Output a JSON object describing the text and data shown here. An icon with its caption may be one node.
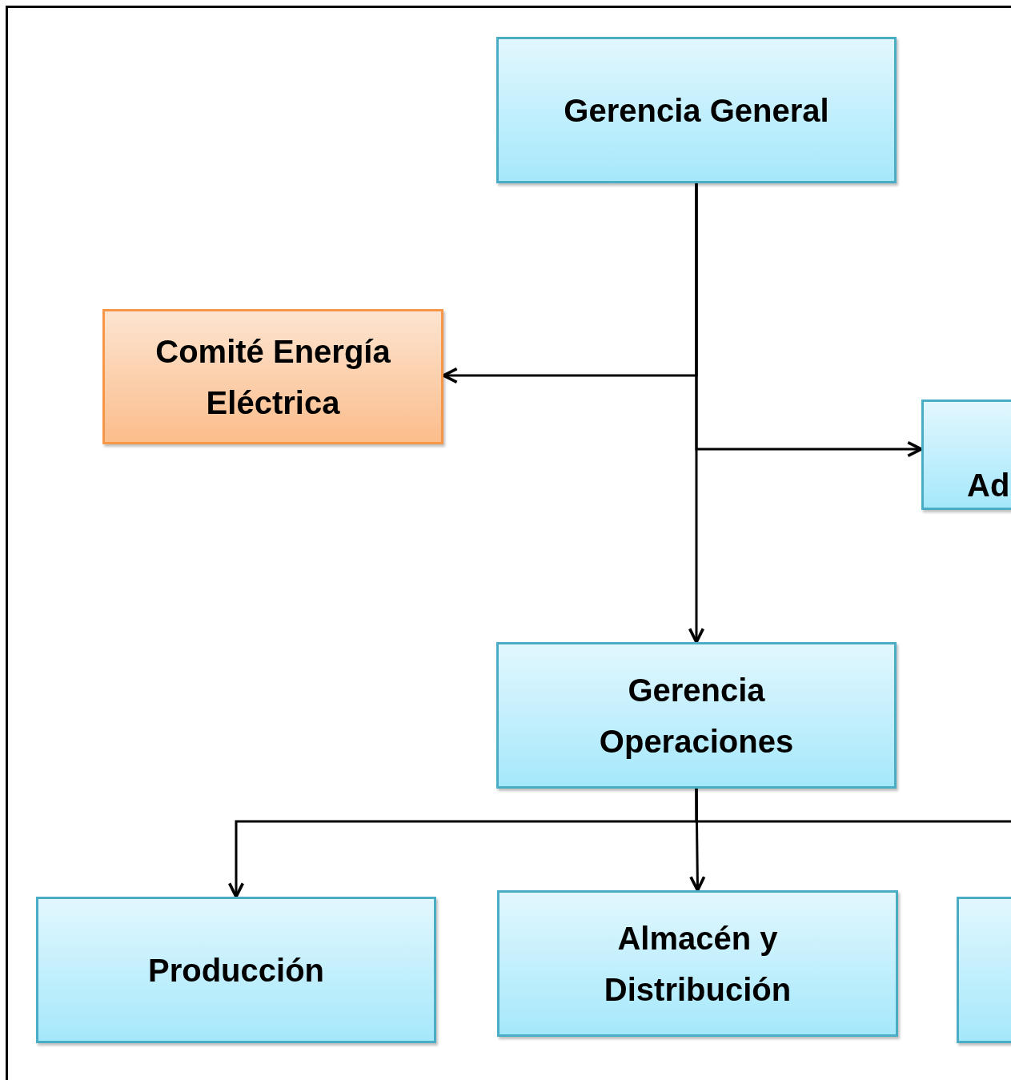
{
  "diagram": {
    "nodes": [
      {
        "text": [
          "Gerencia General"
        ]
      },
      {
        "text": [
          "Comité Energía Eléctrica"
        ]
      },
      {
        "text": [
          "Ad"
        ]
      },
      {
        "text": [
          "Gerencia Operaciones"
        ]
      },
      {
        "text": [
          "Producción"
        ]
      },
      {
        "text": [
          "Almacén y Distribución"
        ]
      },
      {
        "text": [],
        "shape": "box"
      }
    ],
    "edges": [
      {
        "from": 0,
        "to": 1,
        "arrow": "to"
      },
      {
        "from": 0,
        "to": 2,
        "arrow": "to"
      },
      {
        "from": 0,
        "to": 3,
        "arrow": "to"
      },
      {
        "from": 3,
        "to": 4,
        "arrow": "to"
      },
      {
        "from": 3,
        "to": 5,
        "arrow": "to"
      },
      {
        "from": 3,
        "to": null,
        "arrow": "none"
      }
    ]
  }
}
